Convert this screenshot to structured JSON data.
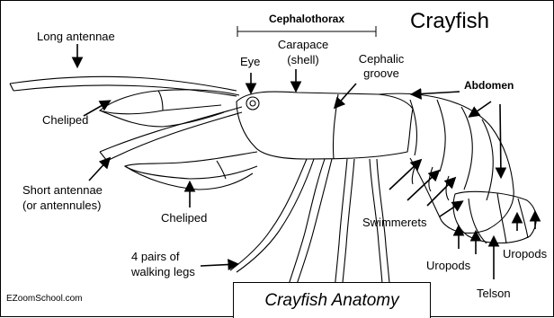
{
  "title": "Crayfish",
  "caption": "Crayfish Anatomy",
  "credit": "EZoomSchool.com",
  "labels": {
    "long_antennae": "Long antennae",
    "cephalothorax": "Cephalothorax",
    "carapace_line1": "Carapace",
    "carapace_line2": "(shell)",
    "eye": "Eye",
    "cephalic_line1": "Cephalic",
    "cephalic_line2": "groove",
    "abdomen": "Abdomen",
    "cheliped_upper": "Cheliped",
    "short_antennae_line1": "Short antennae",
    "short_antennae_line2": "(or antennules)",
    "cheliped_lower": "Cheliped",
    "swimmerets": "Swimmerets",
    "walking_legs_line1": "4 pairs of",
    "walking_legs_line2": "walking legs",
    "uropods_left": "Uropods",
    "uropods_right": "Uropods",
    "telson": "Telson"
  }
}
